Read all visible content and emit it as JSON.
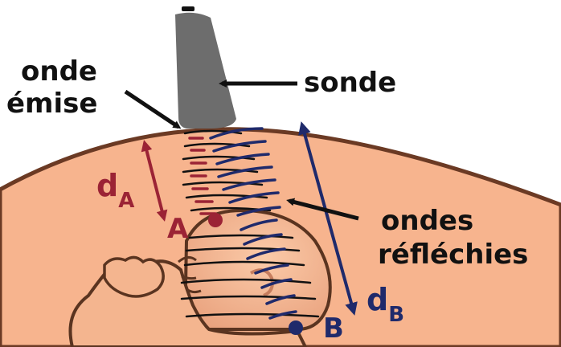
{
  "labels": {
    "emitted_line1": "onde",
    "emitted_line2": "émise",
    "probe": "sonde",
    "reflected_line1": "ondes",
    "reflected_line2": "réfléchies",
    "point_a": "A",
    "point_b": "B",
    "dist_a_main": "d",
    "dist_a_sub": "A",
    "dist_b_main": "d",
    "dist_b_sub": "B"
  },
  "colors": {
    "skin": "#f7b48e",
    "skin_outline": "#6b3a24",
    "baby": "#f4b58f",
    "baby_outline": "#5a3420",
    "probe": "#6d6d6d",
    "red": "#9b2335",
    "blue": "#1f2a6b",
    "black": "#111111"
  }
}
